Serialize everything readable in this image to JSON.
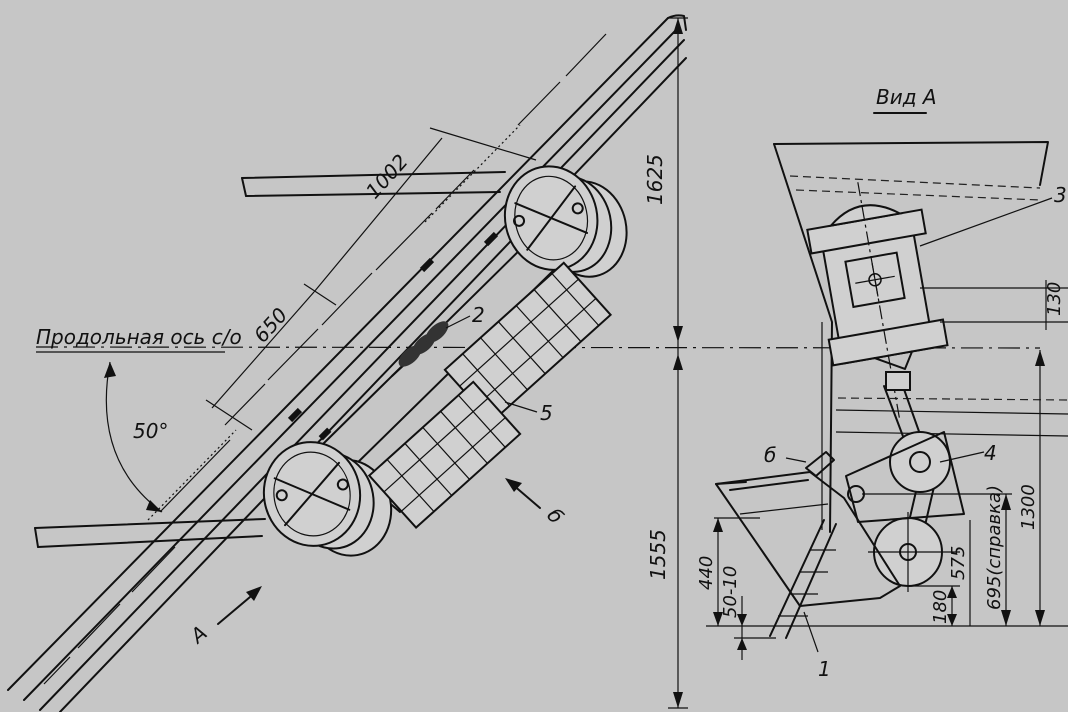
{
  "labels": {
    "longitudinal_axis": "Продольная ось с/о",
    "view_title": "Вид А",
    "view_arrow": "А",
    "arrow_b_left": "б",
    "arrow_b_right": "б",
    "angle": "50°",
    "item_1": "1",
    "item_2": "2",
    "item_3": "3",
    "item_4": "4",
    "item_5": "5"
  },
  "dimensions": {
    "d1002": "1002",
    "d650": "650",
    "d1625": "1625",
    "d1555": "1555",
    "d130": "130",
    "d1300": "1300",
    "d695": "695(справка)",
    "d575": "575",
    "d180": "180",
    "d440": "440",
    "d50_10": "50-10"
  }
}
